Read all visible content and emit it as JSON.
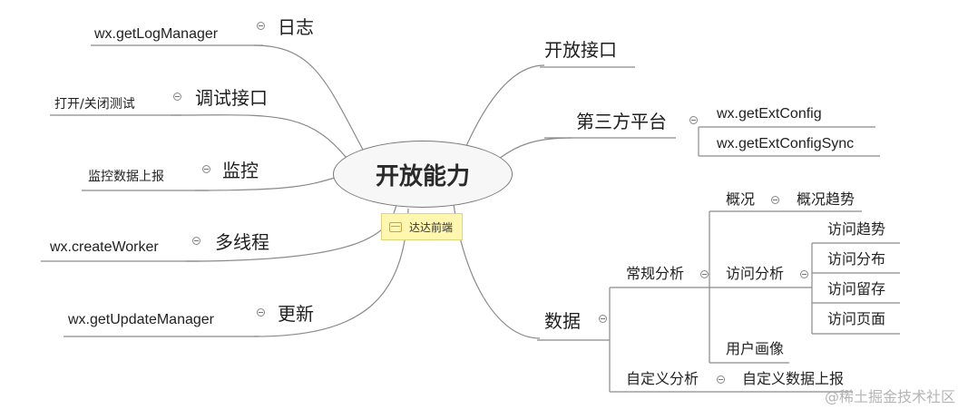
{
  "center": {
    "title": "开放能力"
  },
  "sticker": {
    "label": "达达前端"
  },
  "left_branches": [
    {
      "title": "日志",
      "child": "wx.getLogManager"
    },
    {
      "title": "调试接口",
      "child": "打开/关闭测试"
    },
    {
      "title": "监控",
      "child": "监控数据上报"
    },
    {
      "title": "多线程",
      "child": "wx.createWorker"
    },
    {
      "title": "更新",
      "child": "wx.getUpdateManager"
    }
  ],
  "right_branches": {
    "open_api": {
      "title": "开放接口"
    },
    "third_party": {
      "title": "第三方平台",
      "children": [
        "wx.getExtConfig",
        "wx.getExtConfigSync"
      ]
    },
    "data": {
      "title": "数据",
      "regular": {
        "title": "常规分析",
        "overview": {
          "title": "概况",
          "child": "概况趋势"
        },
        "visit": {
          "title": "访问分析",
          "children": [
            "访问趋势",
            "访问分布",
            "访问留存",
            "访问页面"
          ]
        },
        "portrait": {
          "title": "用户画像"
        }
      },
      "custom": {
        "title": "自定义分析",
        "child": "自定义数据上报"
      }
    }
  },
  "watermark": "@稀土掘金技术社区"
}
